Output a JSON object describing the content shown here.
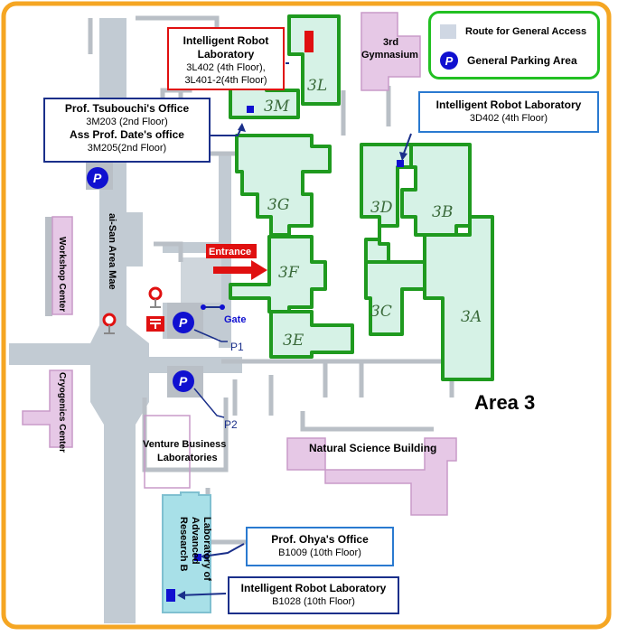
{
  "legend": {
    "route_label": "Route for General Access",
    "parking_label": "General Parking Area",
    "parking_symbol": "P"
  },
  "buildings": {
    "b3L": "3L",
    "b3M": "3M",
    "b3G": "3G",
    "b3F": "3F",
    "b3E": "3E",
    "b3D": "3D",
    "b3C": "3C",
    "b3B": "3B",
    "b3A": "3A"
  },
  "labels": {
    "area": "Area 3",
    "entrance": "Entrance",
    "gate": "Gate",
    "p1": "P1",
    "p2": "P2",
    "gymnasium": [
      "3rd",
      "Gymnasium"
    ],
    "natural_science": "Natural Science Building",
    "venture": [
      "Venture Business",
      "Laboratories"
    ],
    "workshop": "Workshop Center",
    "cryogenics": "Cryogenics Center",
    "road": "ai-San Area Mae",
    "lab_adv": [
      "Laboratory of",
      "Advanced",
      "Research B"
    ]
  },
  "callouts": {
    "irl_3l": {
      "title": "Intelligent Robot Laboratory",
      "lines": [
        "3L402 (4th Floor),",
        "3L401-2(4th Floor)"
      ]
    },
    "tsubouchi": {
      "title1": "Prof. Tsubouchi's Office",
      "line1": "3M203 (2nd Floor)",
      "title2": "Ass Prof. Date's office",
      "line2": "3M205(2nd Floor)"
    },
    "irl_3d": {
      "title": "Intelligent Robot Laboratory",
      "line": "3D402 (4th Floor)"
    },
    "ohya": {
      "title": "Prof. Ohya's Office",
      "line": "B1009   (10th Floor)"
    },
    "irl_b": {
      "title": "Intelligent Robot Laboratory",
      "line": "B1028 (10th Floor)"
    }
  },
  "colors": {
    "frame": "#f5a623",
    "building_fill": "#d6f2e6",
    "building_stroke": "#1f9a1f",
    "other_building": "#e6c8e6",
    "road": "#c2cbd3",
    "marker": "#1010d0",
    "red": "#e01010"
  }
}
